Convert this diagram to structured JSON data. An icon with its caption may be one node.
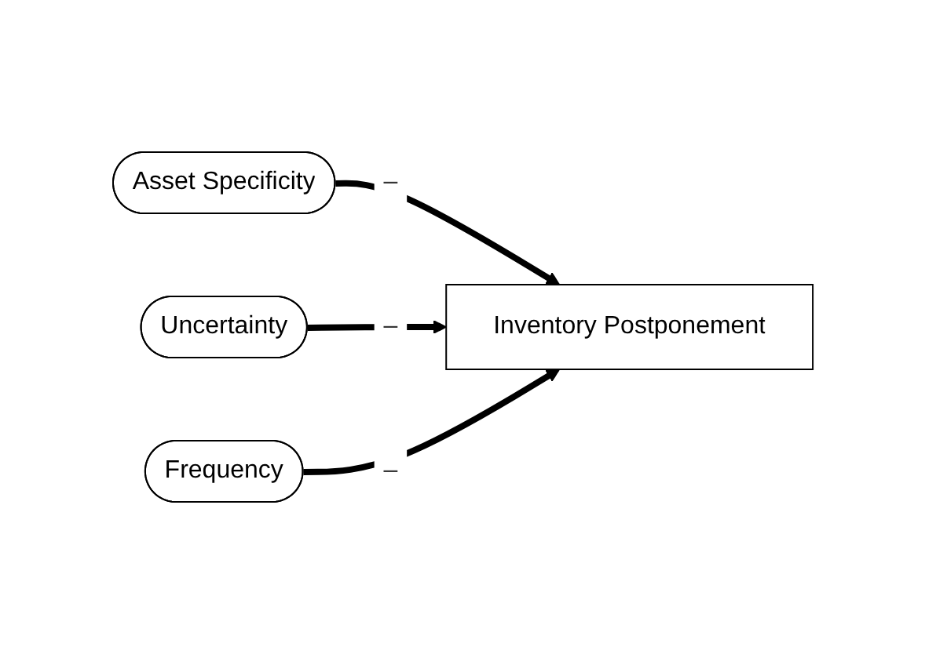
{
  "diagram": {
    "nodes": [
      {
        "text": [
          "Asset Specificity"
        ]
      },
      {
        "text": [
          "Uncertainty"
        ]
      },
      {
        "text": [
          "Frequency"
        ]
      },
      {
        "text": [
          "Inventory Postponement"
        ]
      }
    ],
    "edges": [
      {
        "from": 0,
        "to": 3,
        "arrow": "to",
        "label": "–"
      },
      {
        "from": 1,
        "to": 3,
        "arrow": "to",
        "label": "–"
      },
      {
        "from": 2,
        "to": 3,
        "arrow": "to",
        "label": "–"
      }
    ]
  }
}
